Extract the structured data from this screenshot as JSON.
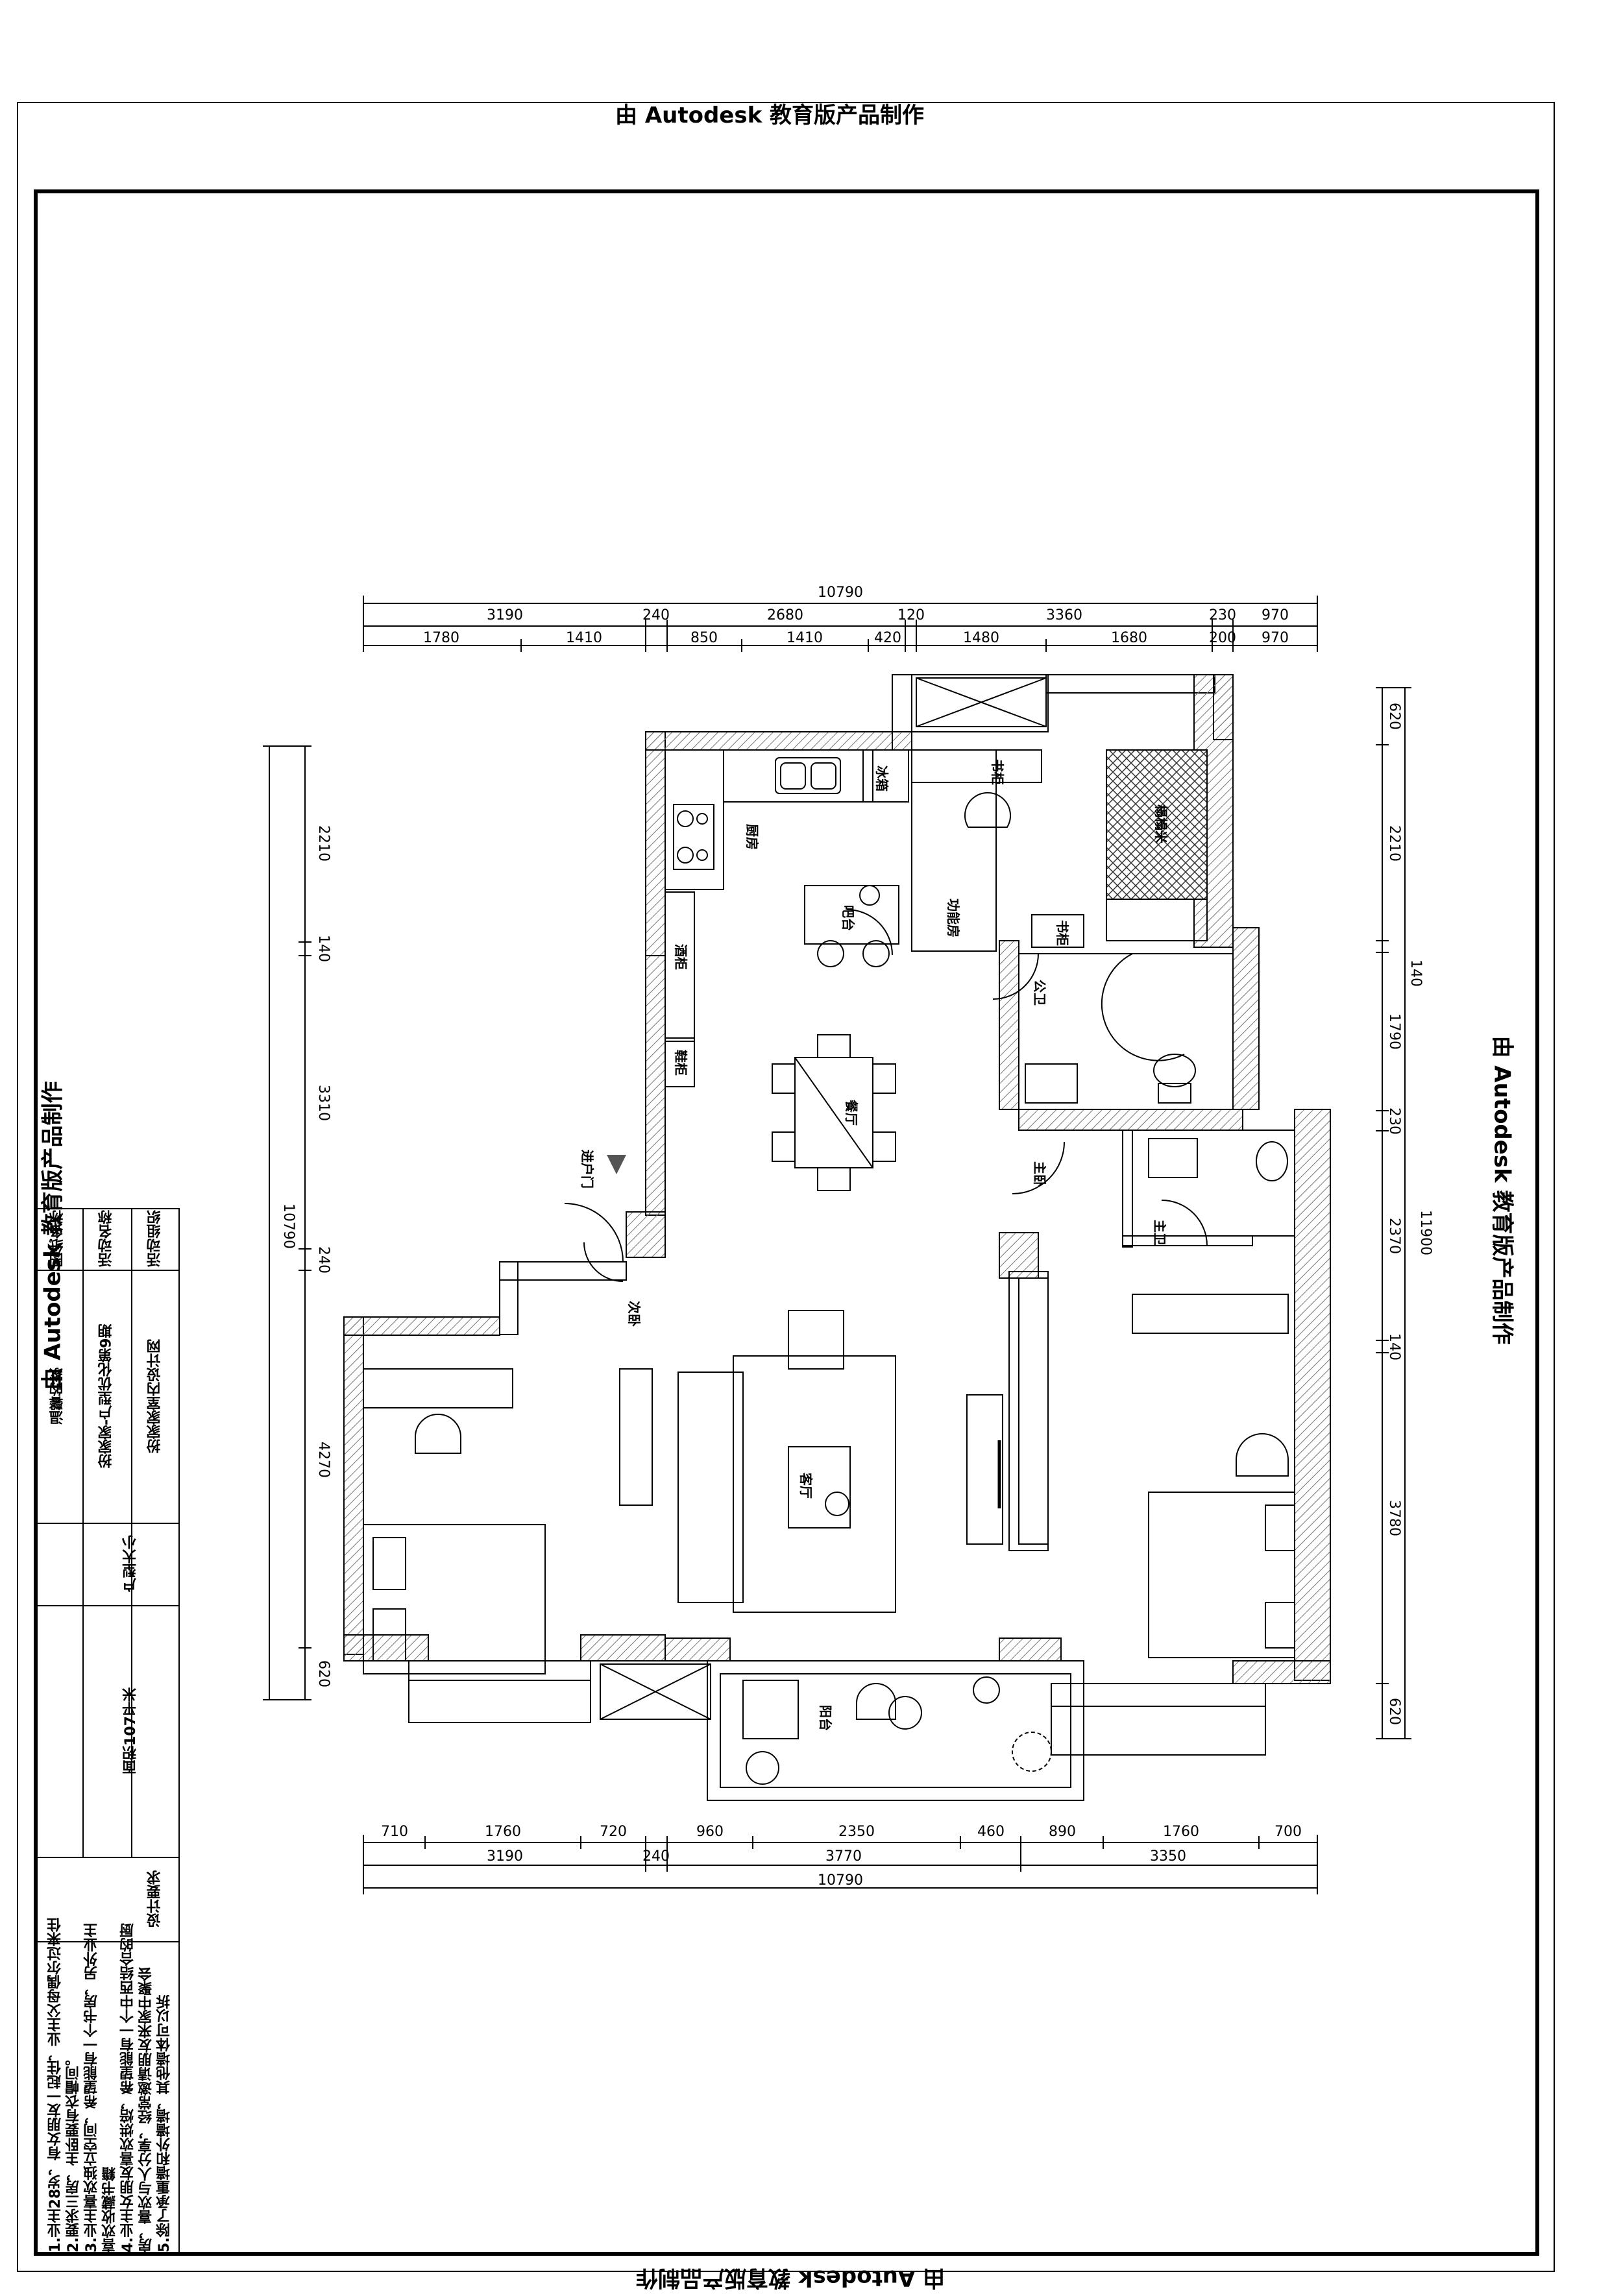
{
  "watermark": "由 Autodesk 教育版产品制作",
  "dimensions": {
    "top_total": "10790",
    "top_row1": [
      "3190",
      "240",
      "2680",
      "120",
      "3360",
      "230",
      "970"
    ],
    "top_row2": [
      "1780",
      "1410",
      "850",
      "1410",
      "420",
      "1480",
      "1680",
      "200",
      "970"
    ],
    "bottom_row1": [
      "710",
      "1760",
      "720",
      "960",
      "2350",
      "460",
      "890",
      "1760",
      "700"
    ],
    "bottom_row2": [
      "3190",
      "240",
      "3770",
      "3350"
    ],
    "bottom_total": "10790",
    "left_col": [
      "2210",
      "140",
      "3310",
      "240",
      "4270",
      "620"
    ],
    "left_total": "10790",
    "right_col": [
      "620",
      "2210",
      "140",
      "1790",
      "230",
      "2370",
      "140",
      "3780",
      "620"
    ],
    "right_total": "11900"
  },
  "rooms": {
    "kitchen": "厨房",
    "fridge": "冰箱",
    "bar": "吧台",
    "utility": "功能房",
    "tatami": "榻榻米",
    "cabinet_top": "书柜",
    "cabinet_bottom": "书柜",
    "wine_cabinet": "酒柜",
    "shoe_cabinet": "鞋柜",
    "dining": "餐厅",
    "entrance": "进户门",
    "public_bath": "公卫",
    "master_bedroom": "主卧",
    "master_bath": "主卫",
    "second_bedroom": "次卧",
    "living": "客厅",
    "balcony": "阳台"
  },
  "title_block": {
    "org_label": "活动组织",
    "org_value": "扮家家室内设计网",
    "event_label": "活动名称",
    "event_value": "扮家家-户型优化第9期",
    "drawing_label": "图纸名称",
    "drawing_value": "温馨的家",
    "size_label": "户型大小",
    "size_value": "面积107平米",
    "req_label": "设计要求",
    "requirements": [
      "1.业主28岁，有女朋友一起住，业主父母偶尔过来住",
      "2.要求三房，主卧要有衣帽间。",
      "3.业主喜欢独立空间，希望能有一个书房，另外业主",
      "喜欢收藏书籍",
      "4.业主女朋友喜欢烘焙，希望能有一个中西结合的厨",
      "房，喜欢与人分享，经常邀请朋友来家中聚会",
      "5.除了承重墙和外墙墙，其他墙体可以拆"
    ]
  },
  "colors": {
    "line": "#000000",
    "wall_fill": "#ffffff",
    "hatch": "#7a7a7a"
  }
}
